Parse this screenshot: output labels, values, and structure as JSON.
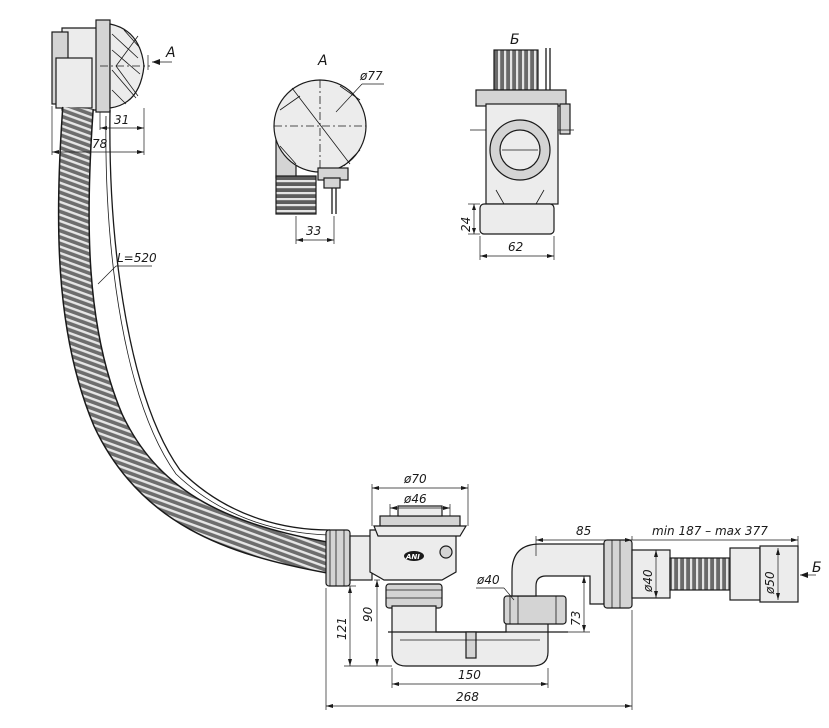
{
  "views": {
    "a_label": "А",
    "b_label": "Б"
  },
  "dimensions": {
    "d77": "ø77",
    "w31": "31",
    "w78": "78",
    "w33": "33",
    "h24": "24",
    "w62": "62",
    "hose_length": "L=520",
    "d70": "ø70",
    "d46": "ø46",
    "d40_left": "ø40",
    "h121": "121",
    "h90": "90",
    "w85": "85",
    "range": "min 187 – max 377",
    "d40_right": "ø40",
    "d50": "ø50",
    "h73": "73",
    "w150": "150",
    "w268": "268"
  },
  "logo_text": "ANI"
}
